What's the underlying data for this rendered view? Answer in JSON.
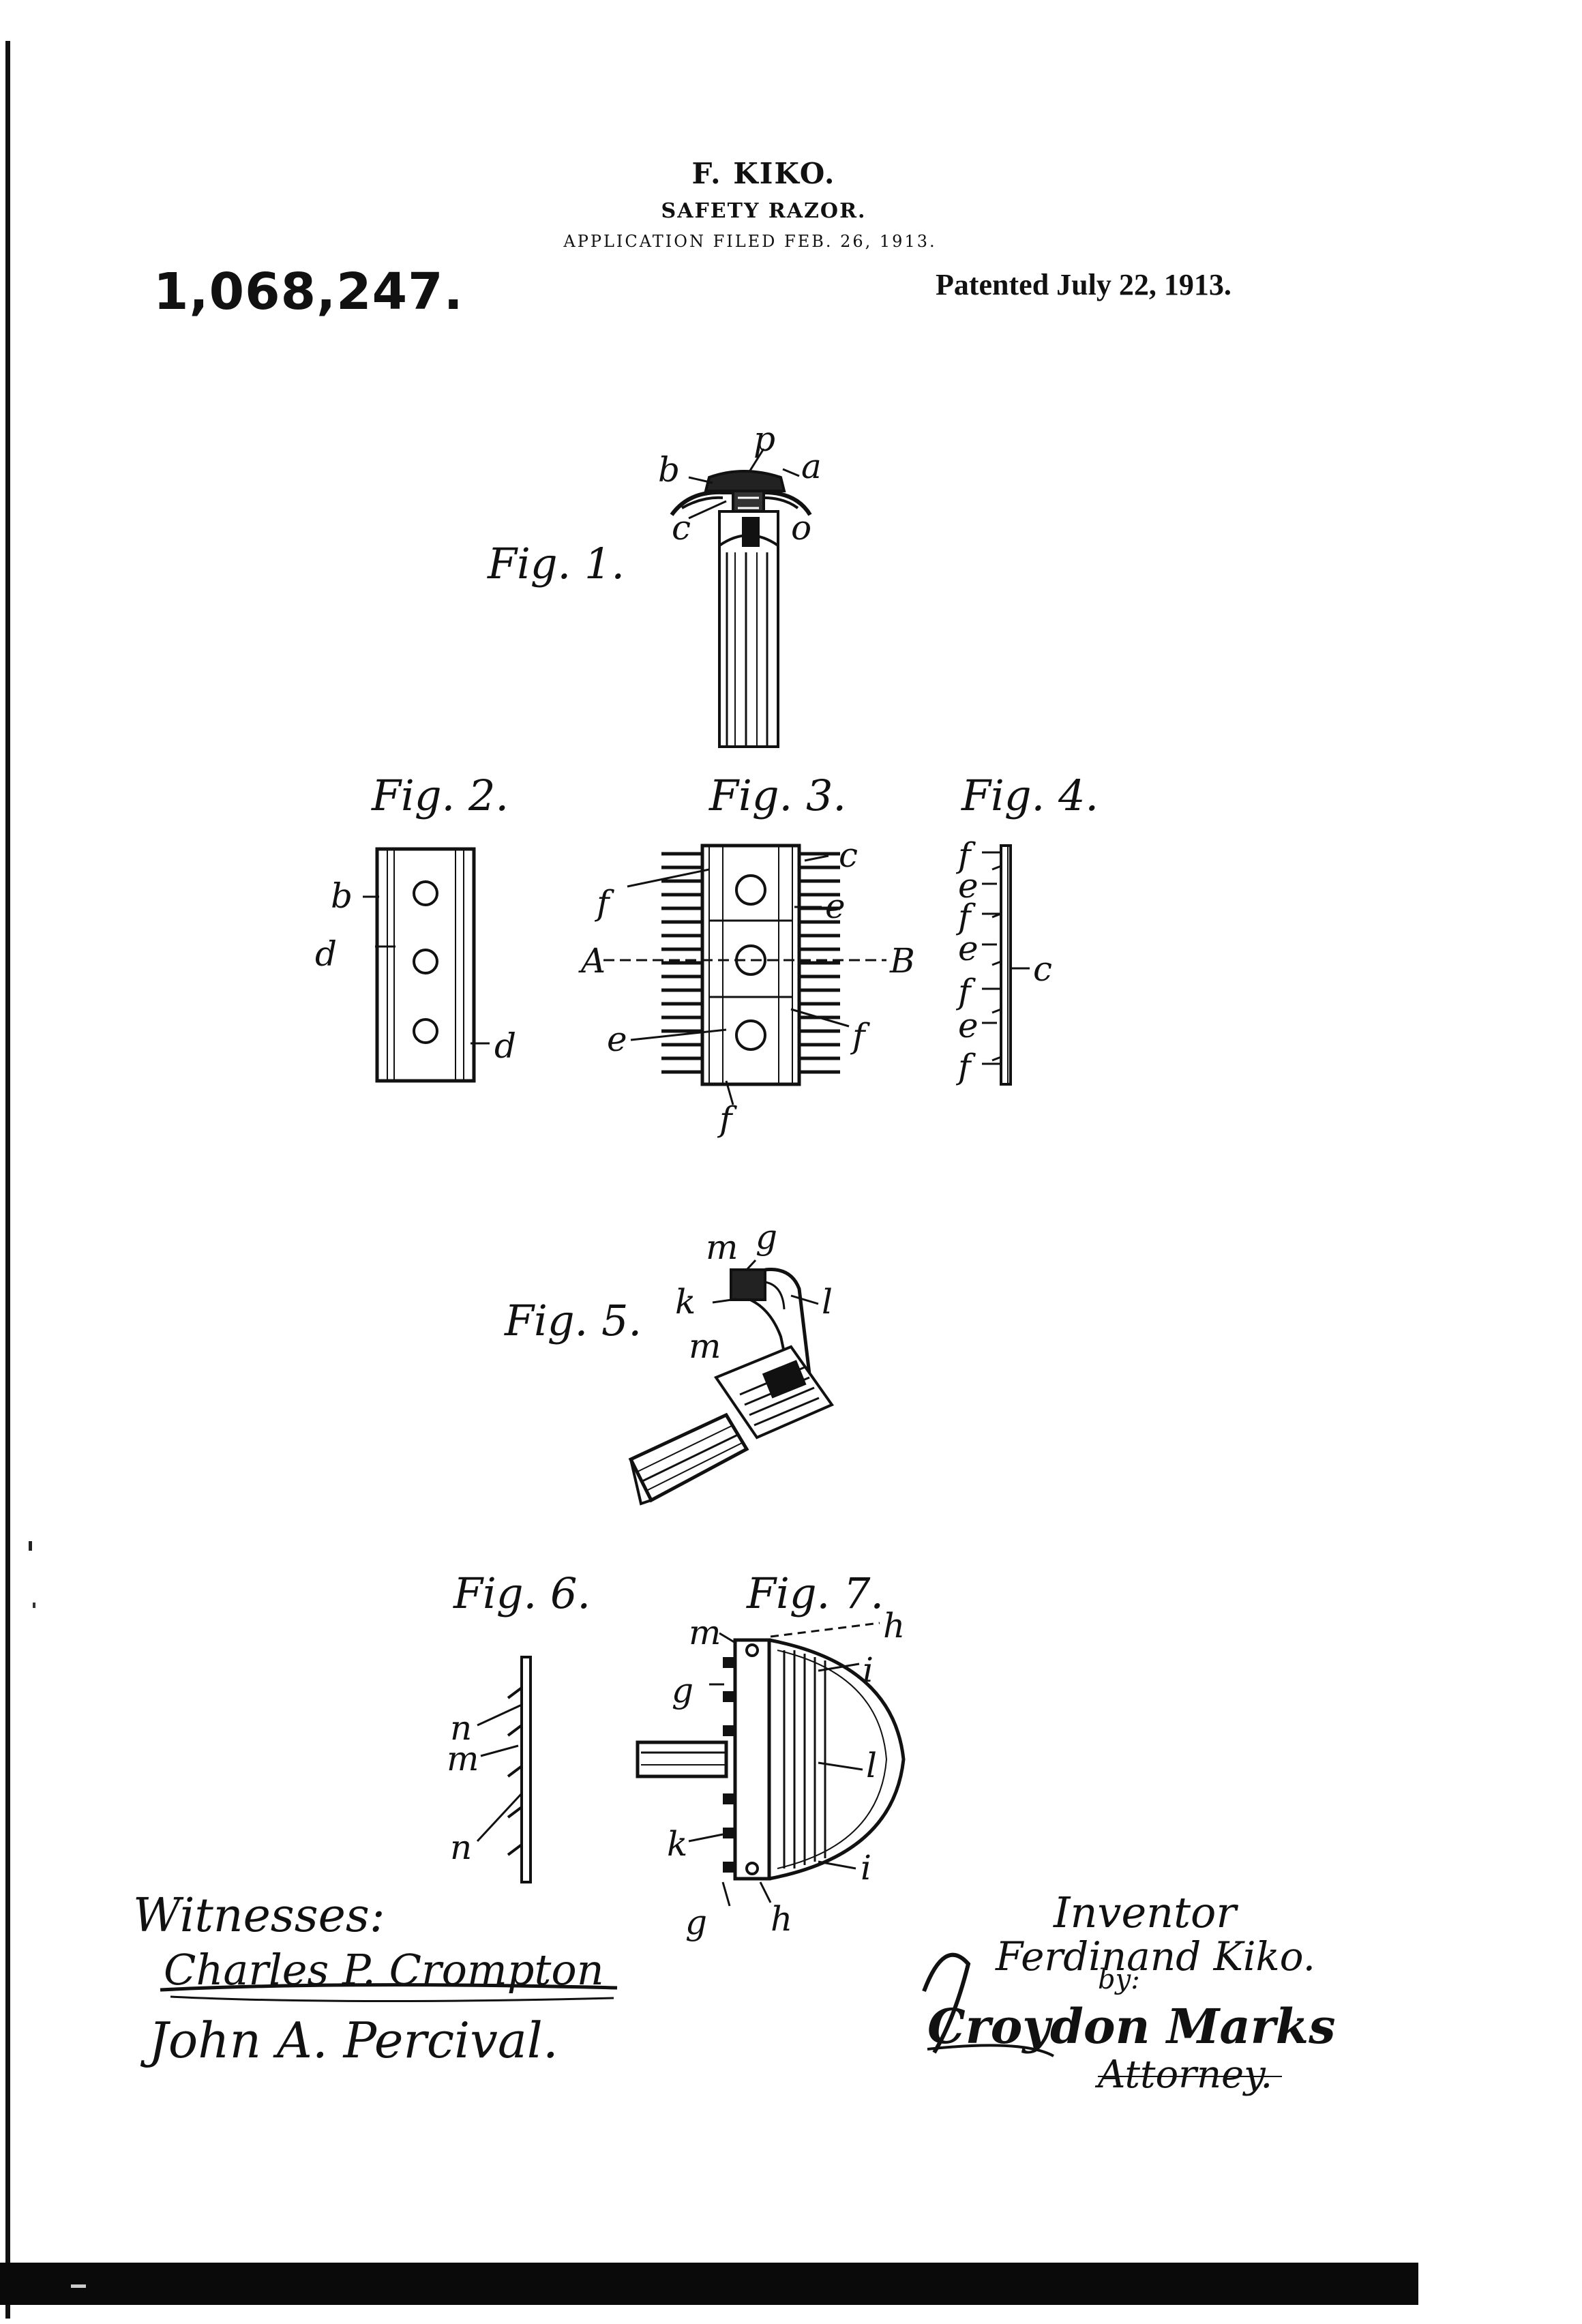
{
  "header": {
    "inventor_name": "F. KIKO.",
    "title": "SAFETY RAZOR.",
    "filed": "APPLICATION FILED FEB. 26, 1913.",
    "patent_number": "1,068,247.",
    "patented": "Patented July 22, 1913."
  },
  "figures": {
    "fig1": {
      "label": "Fig. 1.",
      "refs": [
        "p",
        "b",
        "a",
        "c",
        "o"
      ]
    },
    "fig2": {
      "label": "Fig. 2.",
      "refs": [
        "b",
        "d",
        "d"
      ]
    },
    "fig3": {
      "label": "Fig. 3.",
      "refs": [
        "c",
        "f",
        "e",
        "A",
        "B",
        "e",
        "f",
        "f"
      ]
    },
    "fig4": {
      "label": "Fig. 4.",
      "refs": [
        "f",
        "e",
        "f",
        "e",
        "c",
        "f",
        "e",
        "f"
      ]
    },
    "fig5": {
      "label": "Fig. 5.",
      "refs": [
        "m",
        "g",
        "k",
        "l",
        "m"
      ]
    },
    "fig6": {
      "label": "Fig. 6.",
      "refs": [
        "n",
        "m",
        "n"
      ]
    },
    "fig7": {
      "label": "Fig. 7.",
      "refs": [
        "m",
        "h",
        "i",
        "g",
        "l",
        "k",
        "i",
        "g",
        "h"
      ]
    }
  },
  "signatures": {
    "witnesses_label": "Witnesses:",
    "witness_1": "Charles P. Crompton",
    "witness_2": "John A. Percival.",
    "inventor_label": "Inventor",
    "inventor": "Ferdinand Kiko.",
    "by": "by:",
    "attorney_name": "Croydon Marks",
    "attorney_label": "Attorney."
  }
}
